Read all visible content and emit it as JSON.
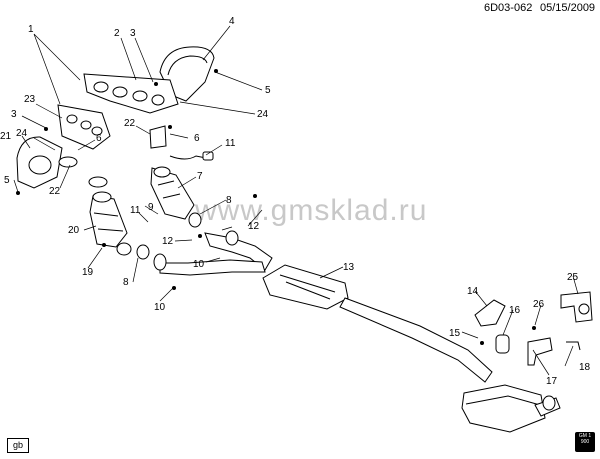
{
  "header": {
    "diagram_id": "6D03-062",
    "date": "05/15/2009"
  },
  "watermark": "www.gmsklad.ru",
  "footer": {
    "lang_code": "gb",
    "logo_text": "GM 1 900"
  },
  "callouts": {
    "c1": "1",
    "c2": "2",
    "c3a": "3",
    "c3b": "3",
    "c4": "4",
    "c5a": "5",
    "c5b": "5",
    "c6a": "6",
    "c6b": "6",
    "c7": "7",
    "c8a": "8",
    "c8b": "8",
    "c9": "9",
    "c10a": "10",
    "c10b": "10",
    "c11a": "11",
    "c11b": "11",
    "c12a": "12",
    "c12b": "12",
    "c13": "13",
    "c14": "14",
    "c15": "15",
    "c16": "16",
    "c17": "17",
    "c18": "18",
    "c19": "19",
    "c20": "20",
    "c21": "21",
    "c22a": "22",
    "c22b": "22",
    "c23": "23",
    "c24a": "24",
    "c24b": "24",
    "c25": "25",
    "c26": "26"
  }
}
